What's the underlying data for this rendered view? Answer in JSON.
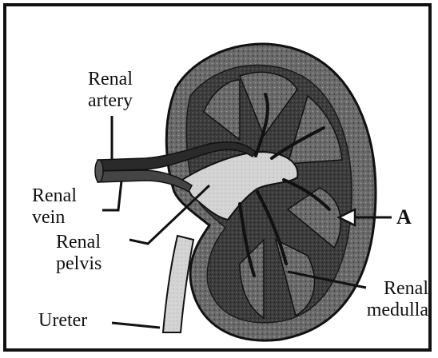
{
  "labels": {
    "renal_artery": "Renal\nartery",
    "renal_vein": "Renal\nvein",
    "renal_pelvis": "Renal\npelvis",
    "ureter": "Ureter",
    "renal_medulla": "Renal\nmedulla",
    "a": "A"
  },
  "colors": {
    "ink": "#111111",
    "cortex": "#5a5a5a",
    "medulla": "#3a3a3a",
    "pelvis": "#d8d8d8",
    "vessel": "#2a2a2a",
    "background": "#ffffff"
  }
}
